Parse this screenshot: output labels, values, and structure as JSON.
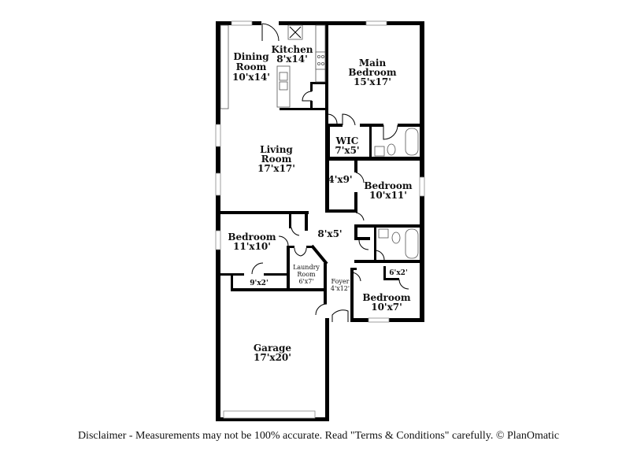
{
  "floorplan": {
    "rooms": {
      "dining": {
        "name_line1": "Dining",
        "name_line2": "Room",
        "size": "10'x14'"
      },
      "kitchen": {
        "name": "Kitchen",
        "size": "8'x14'"
      },
      "main_bedroom": {
        "name_line1": "Main",
        "name_line2": "Bedroom",
        "size": "15'x17'"
      },
      "wic": {
        "name": "WIC",
        "size": "7'x5'"
      },
      "living": {
        "name_line1": "Living",
        "name_line2": "Room",
        "size": "17'x17'"
      },
      "closet_4x9": {
        "size": "4'x9'"
      },
      "bedroom_2": {
        "name": "Bedroom",
        "size": "10'x11'"
      },
      "hall": {
        "size": "8'x5'"
      },
      "bedroom_3": {
        "name": "Bedroom",
        "size": "11'x10'"
      },
      "closet_9x2": {
        "size": "9'x2'"
      },
      "laundry": {
        "name_line1": "Laundry",
        "name_line2": "Room",
        "size": "6'x7'"
      },
      "foyer": {
        "name": "Foyer",
        "size": "4'x12'"
      },
      "closet_6x2": {
        "size": "6'x2'"
      },
      "bedroom_4": {
        "name": "Bedroom",
        "size": "10'x7'"
      },
      "garage": {
        "name": "Garage",
        "size": "17'x20'"
      }
    }
  },
  "footer": {
    "disclaimer": "Disclaimer - Measurements may not be 100% accurate. Read \"Terms & Conditions\" carefully. © PlanOmatic"
  }
}
